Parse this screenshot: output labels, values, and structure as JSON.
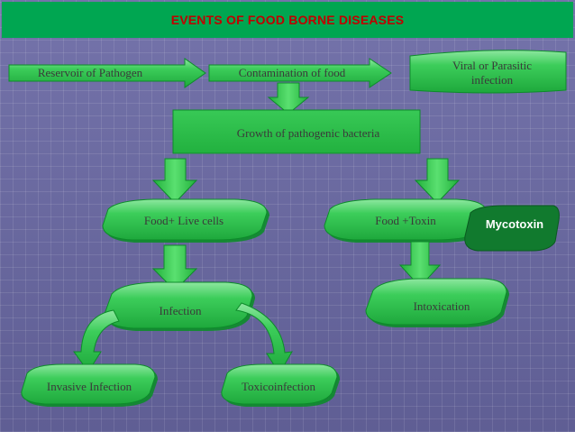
{
  "title": "EVENTS OF FOOD BORNE DISEASES",
  "nodes": {
    "reservoir": "Reservoir of  Pathogen",
    "contamination": "Contamination of food",
    "viral": "Viral or Parasitic infection",
    "growth": "Growth of  pathogenic bacteria",
    "food_live": "Food+ Live cells",
    "food_toxin": "Food +Toxin",
    "mycotoxin": "Mycotoxin",
    "infection": "Infection",
    "intoxication": "Intoxication",
    "invasive": "Invasive Infection",
    "toxicoinfection": "Toxicoinfection"
  },
  "colors": {
    "title_bg": "#00a651",
    "title_text": "#c00000",
    "node_fill": "#2ec04a",
    "node_dark": "#0d8c2a",
    "arrow_fill": "#33cc44",
    "mycotoxin_fill": "#117a2e"
  }
}
